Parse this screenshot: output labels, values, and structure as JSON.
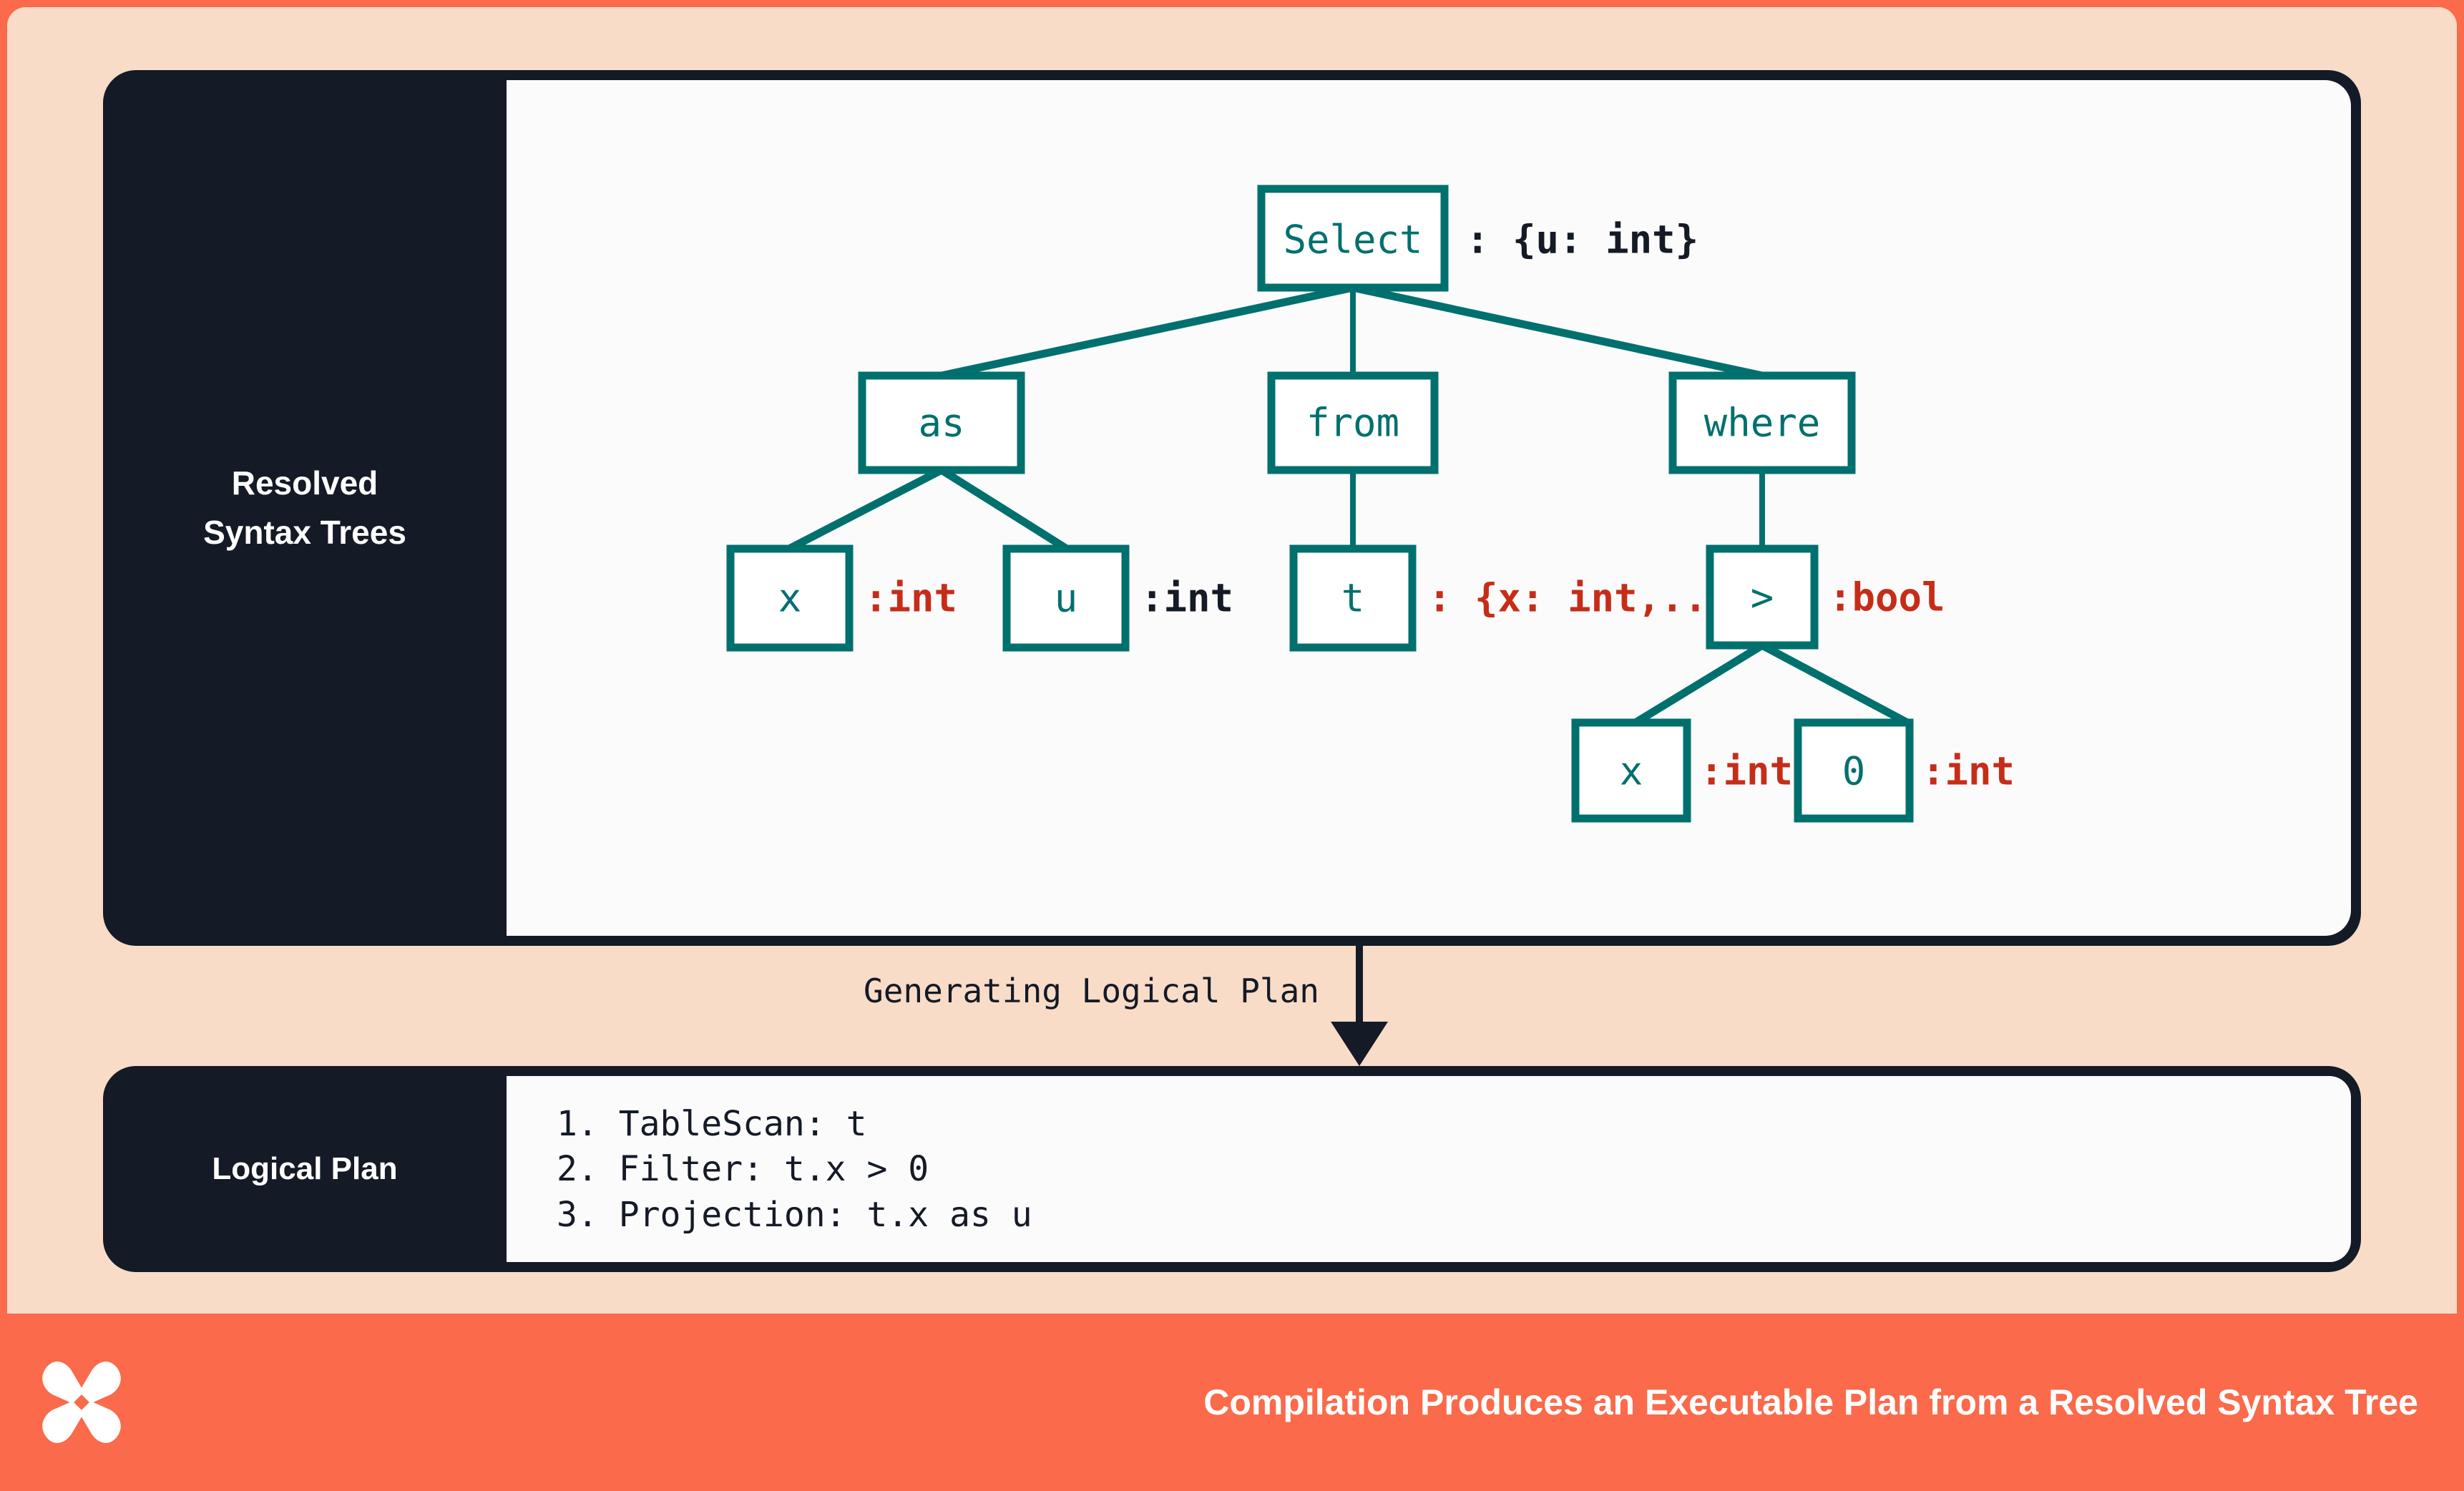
{
  "colors": {
    "frame": "#fb6a4a",
    "background": "#f9dcc8",
    "panel_dark": "#141a26",
    "panel_body": "#fbfbfc",
    "node_teal": "#00706e",
    "annotation_red": "#c62d18",
    "annotation_dark": "#141a26",
    "footer_text": "#ffffff"
  },
  "panels": {
    "ast": {
      "label_line1": "Resolved",
      "label_line2": "Syntax Trees"
    },
    "plan": {
      "label": "Logical Plan",
      "lines": [
        "1. TableScan: t",
        "2. Filter: t.x > 0",
        "3. Projection: t.x as u"
      ]
    }
  },
  "connector": {
    "label": "Generating Logical Plan",
    "arrow_icon": "down-arrow-icon"
  },
  "tree": {
    "nodes": [
      {
        "id": "select",
        "label": "Select",
        "annotation": ": {u: int}",
        "annotation_color": "dark"
      },
      {
        "id": "as",
        "label": "as",
        "annotation": "",
        "annotation_color": "none"
      },
      {
        "id": "from",
        "label": "from",
        "annotation": "",
        "annotation_color": "none"
      },
      {
        "id": "where",
        "label": "where",
        "annotation": "",
        "annotation_color": "none"
      },
      {
        "id": "as-x",
        "label": "x",
        "annotation": ":int",
        "annotation_color": "red"
      },
      {
        "id": "as-u",
        "label": "u",
        "annotation": ":int",
        "annotation_color": "dark"
      },
      {
        "id": "from-t",
        "label": "t",
        "annotation": ": {x: int,...}",
        "annotation_color": "red"
      },
      {
        "id": "gt",
        "label": ">",
        "annotation": ":bool",
        "annotation_color": "red"
      },
      {
        "id": "gt-x",
        "label": "x",
        "annotation": ":int",
        "annotation_color": "red"
      },
      {
        "id": "gt-0",
        "label": "0",
        "annotation": ":int",
        "annotation_color": "red"
      }
    ]
  },
  "footer": {
    "logo_icon": "butterfly-x-logo-icon",
    "caption": "Compilation Produces an Executable Plan from a Resolved Syntax Tree"
  }
}
